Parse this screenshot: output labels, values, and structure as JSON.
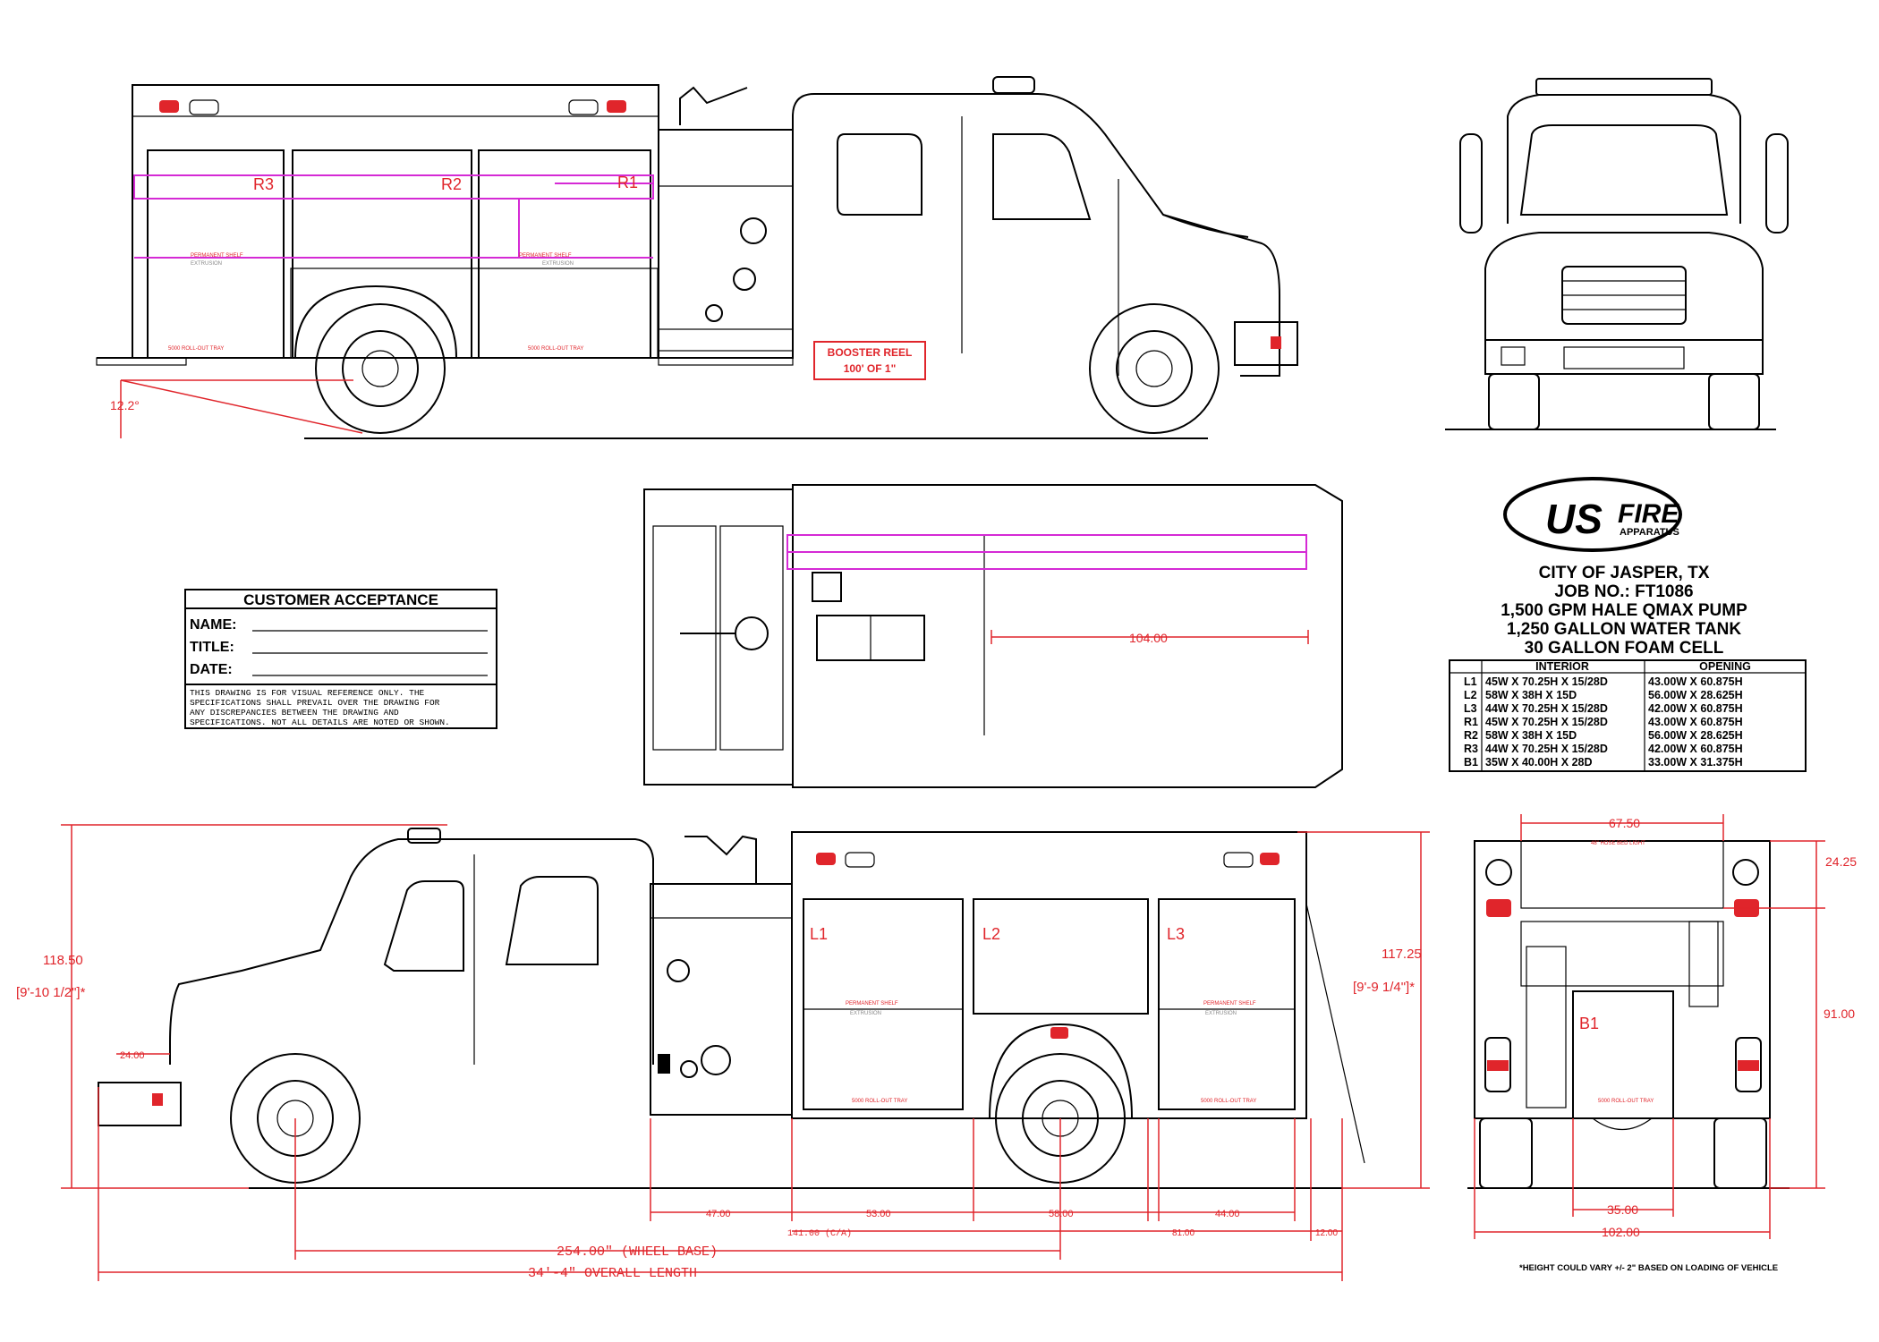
{
  "logo": {
    "mark": "US",
    "name": "FIRE",
    "sub": "APPARATUS"
  },
  "job": {
    "city": "CITY OF JASPER, TX",
    "job_no": "JOB NO.: FT1086",
    "pump": "1,500 GPM HALE QMAX PUMP",
    "tank": "1,250 GALLON WATER TANK",
    "foam": "30 GALLON FOAM CELL"
  },
  "compartments": {
    "headers": [
      "INTERIOR",
      "OPENING"
    ],
    "rows": [
      {
        "id": "L1",
        "interior": "45W X 70.25H X 15/28D",
        "opening": "43.00W X 60.875H"
      },
      {
        "id": "L2",
        "interior": "58W X 38H X 15D",
        "opening": "56.00W X 28.625H"
      },
      {
        "id": "L3",
        "interior": "44W X 70.25H X 15/28D",
        "opening": "42.00W X 60.875H"
      },
      {
        "id": "R1",
        "interior": "45W X 70.25H X 15/28D",
        "opening": "43.00W X 60.875H"
      },
      {
        "id": "R2",
        "interior": "58W X 38H X 15D",
        "opening": "56.00W X 28.625H"
      },
      {
        "id": "R3",
        "interior": "44W X 70.25H X 15/28D",
        "opening": "42.00W X 60.875H"
      },
      {
        "id": "B1",
        "interior": "35W X 40.00H X 28D",
        "opening": "33.00W X 31.375H"
      }
    ]
  },
  "acceptance": {
    "title": "CUSTOMER ACCEPTANCE",
    "name_label": "NAME:",
    "title_label": "TITLE:",
    "date_label": "DATE:",
    "disclaimer": [
      "THIS DRAWING IS FOR VISUAL REFERENCE ONLY. THE",
      "SPECIFICATIONS SHALL PREVAIL OVER THE DRAWING FOR",
      "ANY DISCREPANCIES BETWEEN THE DRAWING AND",
      "SPECIFICATIONS. NOT ALL DETAILS ARE NOTED OR SHOWN."
    ]
  },
  "booster": {
    "line1": "BOOSTER REEL",
    "line2": "100' OF 1\""
  },
  "labels": {
    "r1": "R1",
    "r2": "R2",
    "r3": "R3",
    "l1": "L1",
    "l2": "L2",
    "l3": "L3",
    "b1": "B1",
    "permanent_shelf": "PERMANENT SHELF",
    "extrusion": "EXTRUSION",
    "rollout_tray": "5000 ROLL-OUT TRAY",
    "hose_bed_light": "48\" HOSE BED LIGHT"
  },
  "dimensions": {
    "angle": "12.2°",
    "top_length": "104.00",
    "height_front": "118.50",
    "height_front_ft": "[9'-10 1/2\"]*",
    "height_rear": "117.25",
    "height_rear_ft": "[9'-9 1/4\"]*",
    "front_overhang": "24.00",
    "pump_module": "47.00",
    "l1_width": "53.00",
    "l2_width": "58.00",
    "l3_width": "44.00",
    "ca": "141.00 (C/A)",
    "rear_span": "81.00",
    "rear_overhang": "12.00",
    "wheel_base": "254.00\" (WHEEL BASE)",
    "overall_length": "34'-4\" OVERALL LENGTH",
    "rear_top_width": "67.50",
    "rear_top_height": "24.25",
    "rear_height": "91.00",
    "rear_compartment_width": "35.00",
    "rear_overall_width": "102.00"
  },
  "footnote": "*HEIGHT COULD VARY +/- 2\" BASED ON LOADING OF VEHICLE",
  "colors": {
    "accent": "#e0252b",
    "magenta": "#d52ad5",
    "line": "#000000"
  }
}
